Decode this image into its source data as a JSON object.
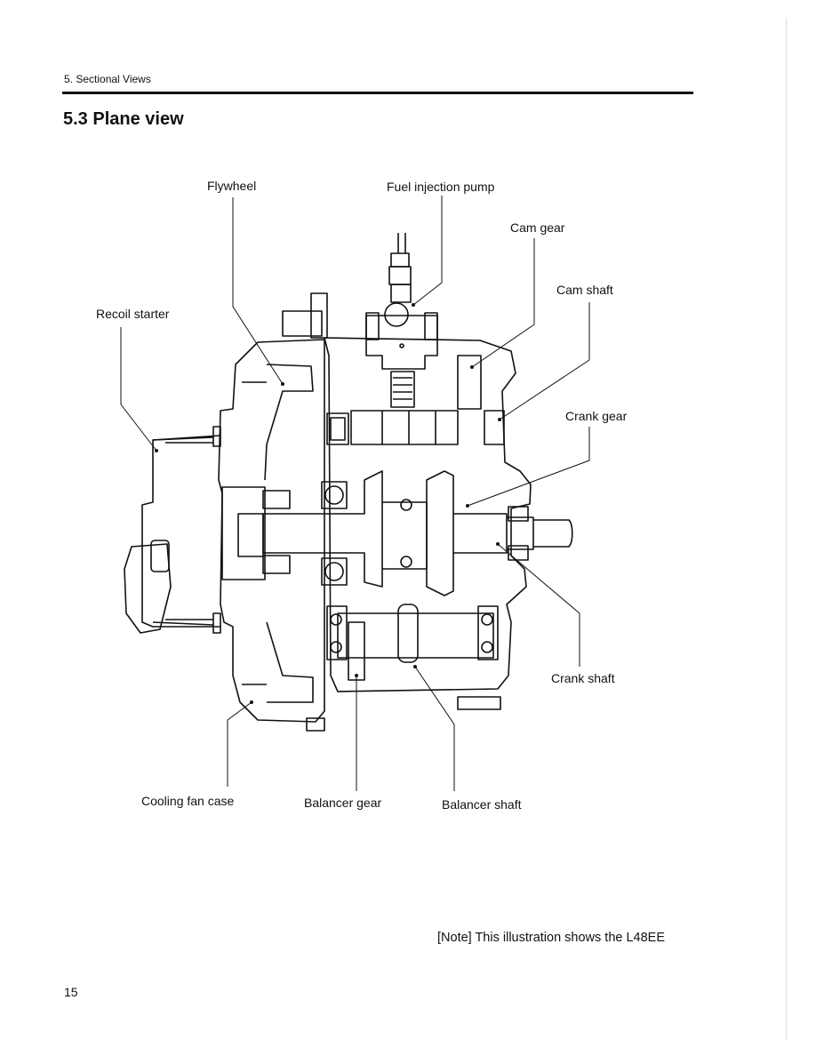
{
  "header": {
    "section": "5. Sectional Views",
    "title": "5.3 Plane view"
  },
  "labels": {
    "flywheel": "Flywheel",
    "fuel_injection_pump": "Fuel injection pump",
    "cam_gear": "Cam gear",
    "cam_shaft": "Cam shaft",
    "recoil_starter": "Recoil starter",
    "crank_gear": "Crank gear",
    "crank_shaft": "Crank shaft",
    "cooling_fan_case": "Cooling fan case",
    "balancer_gear": "Balancer gear",
    "balancer_shaft": "Balancer shaft"
  },
  "note": "[Note]  This illustration shows the L48EE",
  "page_number": "15"
}
